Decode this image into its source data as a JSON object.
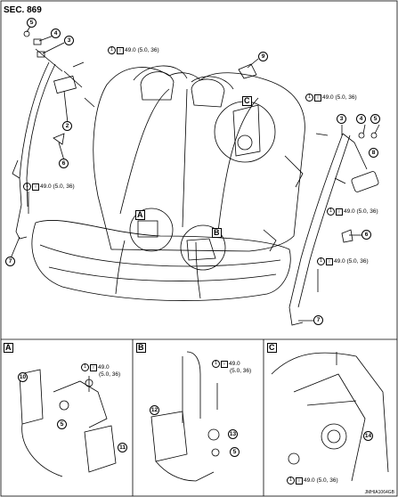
{
  "header": {
    "title": "SEC. 869"
  },
  "torque_spec": "49.0 (5.0, 36)",
  "torque_line1": "49.0",
  "torque_line2": "(5.0, 36)",
  "callout_numbers": [
    "1",
    "2",
    "3",
    "4",
    "5",
    "6",
    "7",
    "8",
    "9",
    "10",
    "11",
    "12",
    "13",
    "14"
  ],
  "panels": [
    {
      "label": "A"
    },
    {
      "label": "B"
    },
    {
      "label": "C"
    }
  ],
  "footer": {
    "code": "JMHIA1064GB"
  }
}
